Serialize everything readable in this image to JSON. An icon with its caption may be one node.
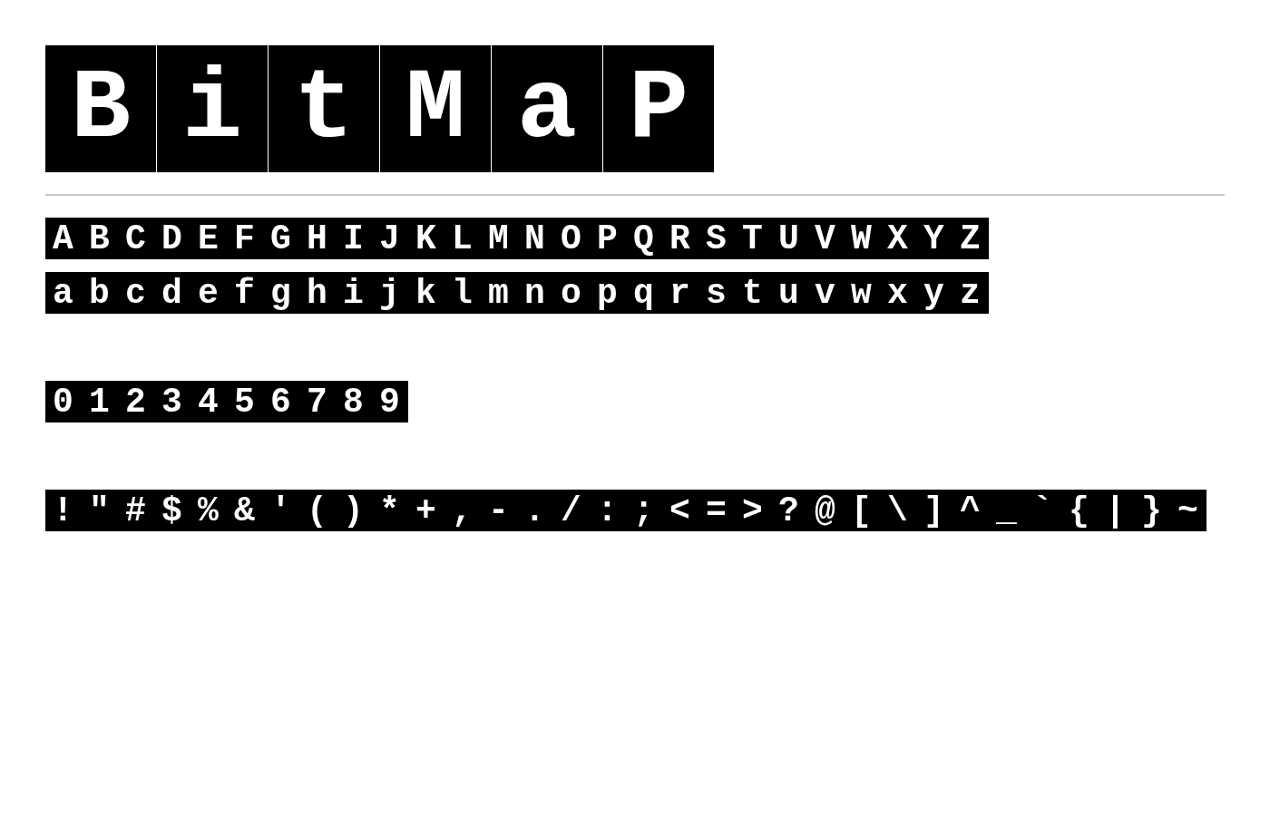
{
  "diagram": {
    "nodes": [
      {
        "text": [
          "B"
        ]
      },
      {
        "text": [
          "i"
        ]
      },
      {
        "text": [
          "t"
        ]
      },
      {
        "text": [
          "M"
        ]
      },
      {
        "text": [
          "a"
        ]
      },
      {
        "text": [
          "P"
        ]
      },
      {
        "text": [
          "ABCDEFGHIJKLMNOPQRSTUVWXYZ"
        ]
      },
      {
        "text": [
          "abcdefghijklmnopqrstuvwxyz"
        ]
      },
      {
        "text": [
          "0123456789"
        ]
      },
      {
        "text": [
          "!\"#$%&'()*+,-./:;<=>?@[\\]^_`{|}~"
        ]
      }
    ]
  }
}
